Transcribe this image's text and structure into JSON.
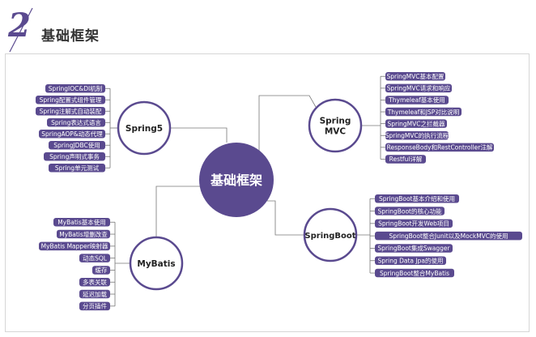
{
  "header": {
    "number": "2",
    "title": "基础框架"
  },
  "colors": {
    "primary": "#5a4a8f",
    "line": "#777777",
    "frame": "#d6d6d6"
  },
  "diagram": {
    "center": "基础框架",
    "branches": [
      {
        "id": "spring5",
        "label": [
          "Spring5"
        ],
        "items": [
          "SpringIOC&DI机制",
          "Spring配置式组件管理",
          "Spring注解式自动装配",
          "Spring表达式语言",
          "SpringAOP&动态代理",
          "SpringJDBC使用",
          "Spring声明式事务",
          "Spring单元测试"
        ]
      },
      {
        "id": "springmvc",
        "label": [
          "Spring",
          "MVC"
        ],
        "items": [
          "SpringMVC基本配置",
          "SpringMVC请求和响应",
          "Thymeleaf基本使用",
          "Thymeleaf和JSP对比说明",
          "SpringMVC之拦截器",
          "SpringMVC的执行流程",
          "ResponseBody和RestController注解",
          "Restful详解"
        ]
      },
      {
        "id": "mybatis",
        "label": [
          "MyBatis"
        ],
        "items": [
          "MyBatis基本使用",
          "MyBatis增删改查",
          "MyBatis Mapper映射器",
          "动态SQL",
          "缓存",
          "多表关联",
          "延迟加载",
          "分页插件"
        ]
      },
      {
        "id": "springboot",
        "label": [
          "SpringBoot"
        ],
        "items": [
          "SpringBoot基本介绍和使用",
          "SpringBoot的核心功能",
          "SpringBoot开发Web项目",
          "SpringBoot整合Junit以及MockMVC的使用",
          "SpringBoot集成Swagger",
          "Spring Data Jpa的使用",
          "SpringBoot整合MyBatis"
        ]
      }
    ]
  }
}
